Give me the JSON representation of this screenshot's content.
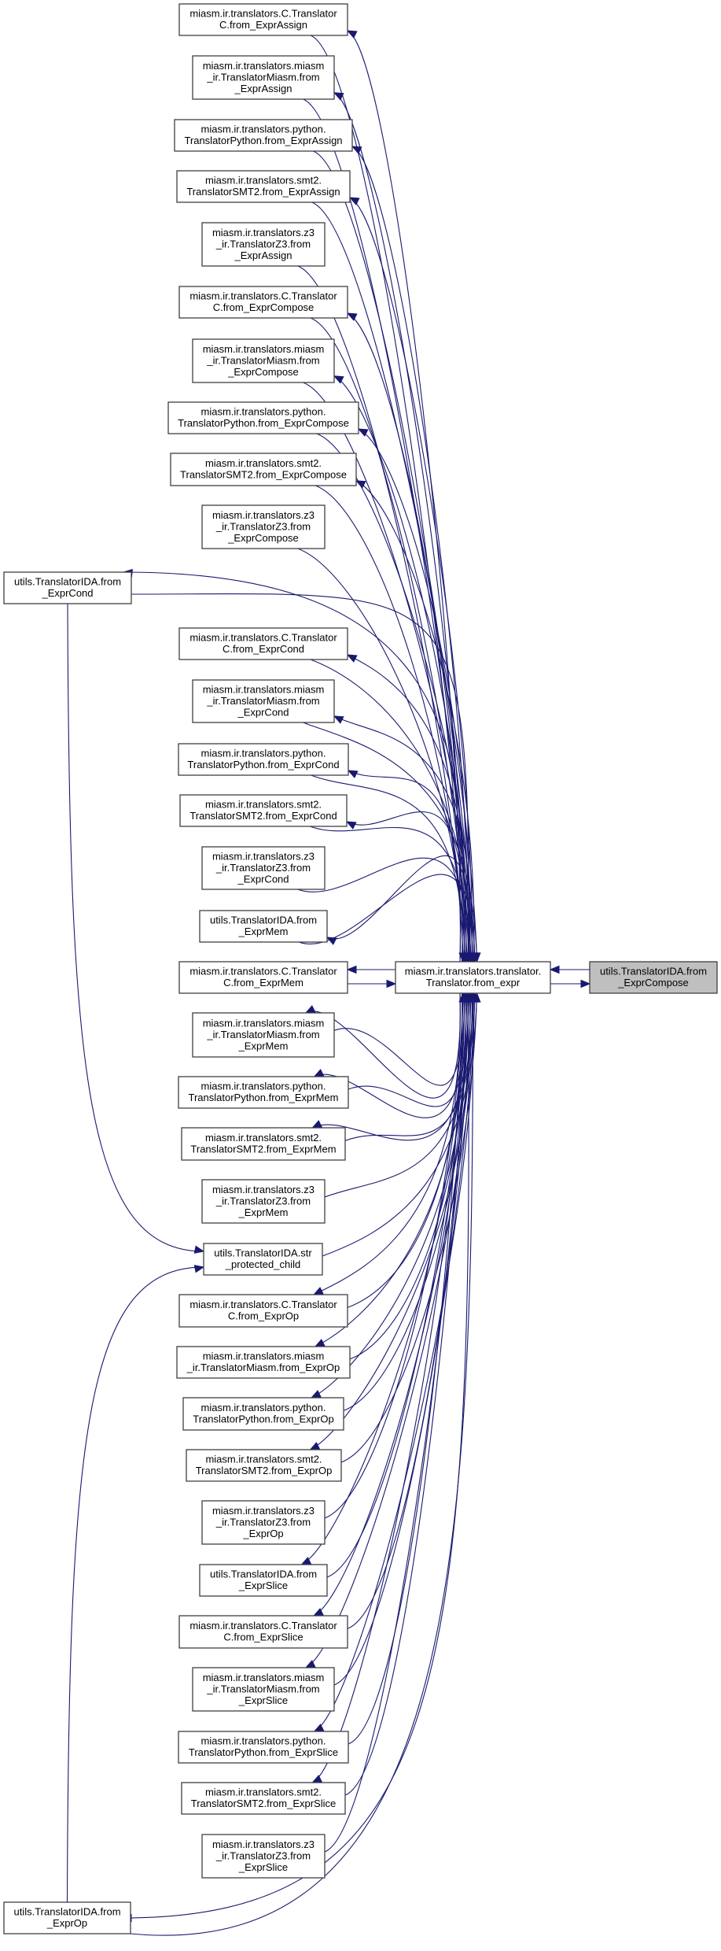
{
  "graph": {
    "title": "Call graph: utils.TranslatorIDA.from_ExprCompose",
    "edge_color": "#191970",
    "focus_fill": "#bfbfbf",
    "focus_node": "ida_compose",
    "hub_node": "from_expr",
    "nodes": [
      {
        "id": "c_assign",
        "lines": [
          "miasm.ir.translators.C.Translator",
          "C.from_ExprAssign"
        ]
      },
      {
        "id": "miasm_assign",
        "lines": [
          "miasm.ir.translators.miasm",
          "_ir.TranslatorMiasm.from",
          "_ExprAssign"
        ]
      },
      {
        "id": "py_assign",
        "lines": [
          "miasm.ir.translators.python.",
          "TranslatorPython.from_ExprAssign"
        ]
      },
      {
        "id": "smt2_assign",
        "lines": [
          "miasm.ir.translators.smt2.",
          "TranslatorSMT2.from_ExprAssign"
        ]
      },
      {
        "id": "z3_assign",
        "lines": [
          "miasm.ir.translators.z3",
          "_ir.TranslatorZ3.from",
          "_ExprAssign"
        ]
      },
      {
        "id": "c_compose",
        "lines": [
          "miasm.ir.translators.C.Translator",
          "C.from_ExprCompose"
        ]
      },
      {
        "id": "miasm_compose",
        "lines": [
          "miasm.ir.translators.miasm",
          "_ir.TranslatorMiasm.from",
          "_ExprCompose"
        ]
      },
      {
        "id": "py_compose",
        "lines": [
          "miasm.ir.translators.python.",
          "TranslatorPython.from_ExprCompose"
        ]
      },
      {
        "id": "smt2_compose",
        "lines": [
          "miasm.ir.translators.smt2.",
          "TranslatorSMT2.from_ExprCompose"
        ]
      },
      {
        "id": "z3_compose",
        "lines": [
          "miasm.ir.translators.z3",
          "_ir.TranslatorZ3.from",
          "_ExprCompose"
        ]
      },
      {
        "id": "ida_cond",
        "lines": [
          "utils.TranslatorIDA.from",
          "_ExprCond"
        ]
      },
      {
        "id": "c_cond",
        "lines": [
          "miasm.ir.translators.C.Translator",
          "C.from_ExprCond"
        ]
      },
      {
        "id": "miasm_cond",
        "lines": [
          "miasm.ir.translators.miasm",
          "_ir.TranslatorMiasm.from",
          "_ExprCond"
        ]
      },
      {
        "id": "py_cond",
        "lines": [
          "miasm.ir.translators.python.",
          "TranslatorPython.from_ExprCond"
        ]
      },
      {
        "id": "smt2_cond",
        "lines": [
          "miasm.ir.translators.smt2.",
          "TranslatorSMT2.from_ExprCond"
        ]
      },
      {
        "id": "z3_cond",
        "lines": [
          "miasm.ir.translators.z3",
          "_ir.TranslatorZ3.from",
          "_ExprCond"
        ]
      },
      {
        "id": "ida_mem",
        "lines": [
          "utils.TranslatorIDA.from",
          "_ExprMem"
        ]
      },
      {
        "id": "c_mem",
        "lines": [
          "miasm.ir.translators.C.Translator",
          "C.from_ExprMem"
        ]
      },
      {
        "id": "from_expr",
        "lines": [
          "miasm.ir.translators.translator.",
          "Translator.from_expr"
        ]
      },
      {
        "id": "ida_compose",
        "lines": [
          "utils.TranslatorIDA.from",
          "_ExprCompose"
        ]
      },
      {
        "id": "miasm_mem",
        "lines": [
          "miasm.ir.translators.miasm",
          "_ir.TranslatorMiasm.from",
          "_ExprMem"
        ]
      },
      {
        "id": "py_mem",
        "lines": [
          "miasm.ir.translators.python.",
          "TranslatorPython.from_ExprMem"
        ]
      },
      {
        "id": "smt2_mem",
        "lines": [
          "miasm.ir.translators.smt2.",
          "TranslatorSMT2.from_ExprMem"
        ]
      },
      {
        "id": "z3_mem",
        "lines": [
          "miasm.ir.translators.z3",
          "_ir.TranslatorZ3.from",
          "_ExprMem"
        ]
      },
      {
        "id": "ida_str",
        "lines": [
          "utils.TranslatorIDA.str",
          "_protected_child"
        ]
      },
      {
        "id": "c_op",
        "lines": [
          "miasm.ir.translators.C.Translator",
          "C.from_ExprOp"
        ]
      },
      {
        "id": "miasm_op",
        "lines": [
          "miasm.ir.translators.miasm",
          "_ir.TranslatorMiasm.from_ExprOp"
        ]
      },
      {
        "id": "py_op",
        "lines": [
          "miasm.ir.translators.python.",
          "TranslatorPython.from_ExprOp"
        ]
      },
      {
        "id": "smt2_op",
        "lines": [
          "miasm.ir.translators.smt2.",
          "TranslatorSMT2.from_ExprOp"
        ]
      },
      {
        "id": "z3_op",
        "lines": [
          "miasm.ir.translators.z3",
          "_ir.TranslatorZ3.from",
          "_ExprOp"
        ]
      },
      {
        "id": "ida_slice",
        "lines": [
          "utils.TranslatorIDA.from",
          "_ExprSlice"
        ]
      },
      {
        "id": "c_slice",
        "lines": [
          "miasm.ir.translators.C.Translator",
          "C.from_ExprSlice"
        ]
      },
      {
        "id": "miasm_slice",
        "lines": [
          "miasm.ir.translators.miasm",
          "_ir.TranslatorMiasm.from",
          "_ExprSlice"
        ]
      },
      {
        "id": "py_slice",
        "lines": [
          "miasm.ir.translators.python.",
          "TranslatorPython.from_ExprSlice"
        ]
      },
      {
        "id": "smt2_slice",
        "lines": [
          "miasm.ir.translators.smt2.",
          "TranslatorSMT2.from_ExprSlice"
        ]
      },
      {
        "id": "z3_slice",
        "lines": [
          "miasm.ir.translators.z3",
          "_ir.TranslatorZ3.from",
          "_ExprSlice"
        ]
      },
      {
        "id": "ida_op",
        "lines": [
          "utils.TranslatorIDA.from",
          "_ExprOp"
        ]
      }
    ],
    "edges": [
      {
        "from": "from_expr",
        "to": "c_assign"
      },
      {
        "from": "c_assign",
        "to": "from_expr"
      },
      {
        "from": "from_expr",
        "to": "miasm_assign"
      },
      {
        "from": "miasm_assign",
        "to": "from_expr"
      },
      {
        "from": "from_expr",
        "to": "py_assign"
      },
      {
        "from": "py_assign",
        "to": "from_expr"
      },
      {
        "from": "from_expr",
        "to": "smt2_assign"
      },
      {
        "from": "smt2_assign",
        "to": "from_expr"
      },
      {
        "from": "z3_assign",
        "to": "from_expr"
      },
      {
        "from": "from_expr",
        "to": "c_compose"
      },
      {
        "from": "c_compose",
        "to": "from_expr"
      },
      {
        "from": "from_expr",
        "to": "miasm_compose"
      },
      {
        "from": "miasm_compose",
        "to": "from_expr"
      },
      {
        "from": "from_expr",
        "to": "py_compose"
      },
      {
        "from": "py_compose",
        "to": "from_expr"
      },
      {
        "from": "from_expr",
        "to": "smt2_compose"
      },
      {
        "from": "smt2_compose",
        "to": "from_expr"
      },
      {
        "from": "z3_compose",
        "to": "from_expr"
      },
      {
        "from": "from_expr",
        "to": "ida_cond"
      },
      {
        "from": "ida_cond",
        "to": "from_expr"
      },
      {
        "from": "ida_cond",
        "to": "ida_str"
      },
      {
        "from": "from_expr",
        "to": "c_cond"
      },
      {
        "from": "c_cond",
        "to": "from_expr"
      },
      {
        "from": "from_expr",
        "to": "miasm_cond"
      },
      {
        "from": "miasm_cond",
        "to": "from_expr"
      },
      {
        "from": "from_expr",
        "to": "py_cond"
      },
      {
        "from": "py_cond",
        "to": "from_expr"
      },
      {
        "from": "from_expr",
        "to": "smt2_cond"
      },
      {
        "from": "smt2_cond",
        "to": "from_expr"
      },
      {
        "from": "z3_cond",
        "to": "from_expr"
      },
      {
        "from": "from_expr",
        "to": "ida_mem"
      },
      {
        "from": "ida_mem",
        "to": "from_expr"
      },
      {
        "from": "from_expr",
        "to": "c_mem"
      },
      {
        "from": "c_mem",
        "to": "from_expr"
      },
      {
        "from": "from_expr",
        "to": "ida_compose"
      },
      {
        "from": "ida_compose",
        "to": "from_expr"
      },
      {
        "from": "from_expr",
        "to": "miasm_mem"
      },
      {
        "from": "miasm_mem",
        "to": "from_expr"
      },
      {
        "from": "from_expr",
        "to": "py_mem"
      },
      {
        "from": "py_mem",
        "to": "from_expr"
      },
      {
        "from": "from_expr",
        "to": "smt2_mem"
      },
      {
        "from": "smt2_mem",
        "to": "from_expr"
      },
      {
        "from": "z3_mem",
        "to": "from_expr"
      },
      {
        "from": "ida_str",
        "to": "from_expr"
      },
      {
        "from": "from_expr",
        "to": "c_op"
      },
      {
        "from": "c_op",
        "to": "from_expr"
      },
      {
        "from": "from_expr",
        "to": "miasm_op"
      },
      {
        "from": "miasm_op",
        "to": "from_expr"
      },
      {
        "from": "from_expr",
        "to": "py_op"
      },
      {
        "from": "py_op",
        "to": "from_expr"
      },
      {
        "from": "from_expr",
        "to": "smt2_op"
      },
      {
        "from": "smt2_op",
        "to": "from_expr"
      },
      {
        "from": "z3_op",
        "to": "from_expr"
      },
      {
        "from": "from_expr",
        "to": "ida_slice"
      },
      {
        "from": "ida_slice",
        "to": "from_expr"
      },
      {
        "from": "from_expr",
        "to": "c_slice"
      },
      {
        "from": "c_slice",
        "to": "from_expr"
      },
      {
        "from": "from_expr",
        "to": "miasm_slice"
      },
      {
        "from": "miasm_slice",
        "to": "from_expr"
      },
      {
        "from": "from_expr",
        "to": "py_slice"
      },
      {
        "from": "py_slice",
        "to": "from_expr"
      },
      {
        "from": "from_expr",
        "to": "smt2_slice"
      },
      {
        "from": "smt2_slice",
        "to": "from_expr"
      },
      {
        "from": "z3_slice",
        "to": "from_expr"
      },
      {
        "from": "from_expr",
        "to": "ida_op"
      },
      {
        "from": "ida_op",
        "to": "from_expr"
      },
      {
        "from": "ida_op",
        "to": "ida_str"
      }
    ]
  }
}
